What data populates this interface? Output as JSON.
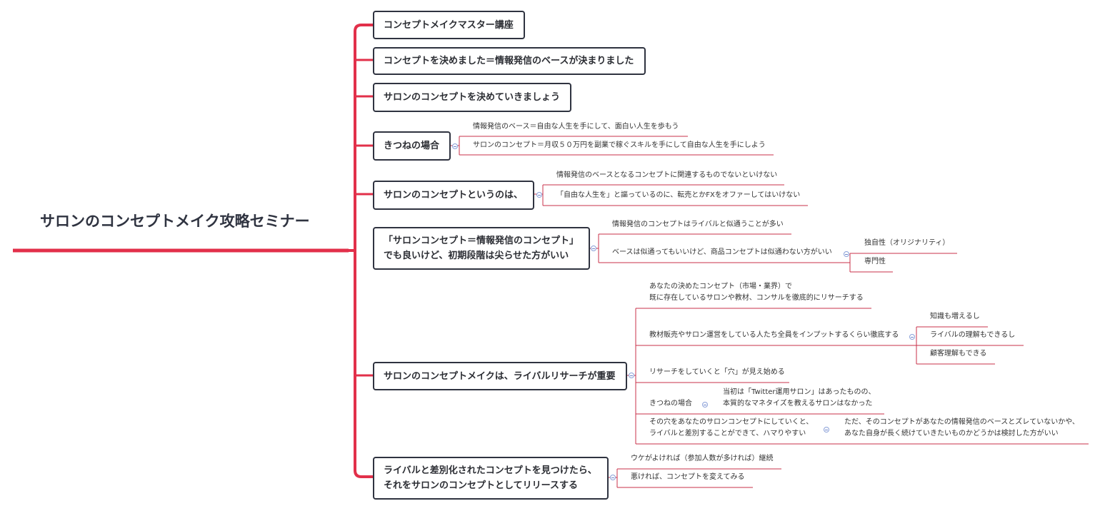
{
  "root": {
    "title": "サロンのコンセプトメイク攻略セミナー"
  },
  "branches": [
    {
      "label": "コンセプトメイクマスター講座"
    },
    {
      "label": "コンセプトを決めました＝情報発信のベースが決まりました"
    },
    {
      "label": "サロンのコンセプトを決めていきましょう"
    },
    {
      "label": "きつねの場合",
      "children": [
        "情報発信のベース＝自由な人生を手にして、面白い人生を歩もう",
        "サロンのコンセプト＝月収５０万円を副業で稼ぐスキルを手にして自由な人生を手にしよう"
      ]
    },
    {
      "label": "サロンのコンセプトというのは、",
      "children": [
        "情報発信のベースとなるコンセプトに関連するものでないといけない",
        "「自由な人生を」と謳っているのに、転売とかFXをオファーしてはいけない"
      ]
    },
    {
      "label": [
        "「サロンコンセプト＝情報発信のコンセプト」",
        "でも良いけど、初期段階は尖らせた方がいい"
      ],
      "children": [
        "情報発信のコンセプトはライバルと似通うことが多い",
        {
          "label": "ベースは似通ってもいいけど、商品コンセプトは似通わない方がいい",
          "children": [
            "独自性（オリジナリティ）",
            "専門性"
          ]
        }
      ]
    },
    {
      "label": "サロンのコンセプトメイクは、ライバルリサーチが重要",
      "children": [
        {
          "label": [
            "あなたの決めたコンセプト（市場・業界）で",
            "既に存在しているサロンや教材、コンサルを徹底的にリサーチする"
          ]
        },
        {
          "label": "教材販売やサロン運営をしている人たち全員をインプットするくらい徹底する",
          "children": [
            "知識も増えるし",
            "ライバルの理解もできるし",
            "顧客理解もできる"
          ]
        },
        {
          "label": "リサーチをしていくと「穴」が見え始める"
        },
        {
          "label": "きつねの場合",
          "children": [
            [
              "当初は「Twitter運用サロン」はあったものの、",
              "本質的なマネタイズを教えるサロンはなかった"
            ]
          ]
        },
        {
          "label": [
            "その穴をあなたのサロンコンセプトにしていくと、",
            "ライバルと差別することができて、ハマりやすい"
          ],
          "children": [
            [
              "ただ、そのコンセプトがあなたの情報発信のベースとズレていないかや、",
              "あなた自身が長く続けていきたいものかどうかは検討した方がいい"
            ]
          ]
        }
      ]
    },
    {
      "label": [
        "ライバルと差別化されたコンセプトを見つけたら、",
        "それをサロンのコンセプトとしてリリースする"
      ],
      "children": [
        "ウケがよければ（参加人数が多ければ）継続",
        "悪ければ、コンセプトを変えてみる"
      ]
    }
  ],
  "colors": {
    "trunk": "#e2304a",
    "branch_line": "#c8304a",
    "node_border": "#2f3340",
    "toggle": "#8aa0d8"
  }
}
